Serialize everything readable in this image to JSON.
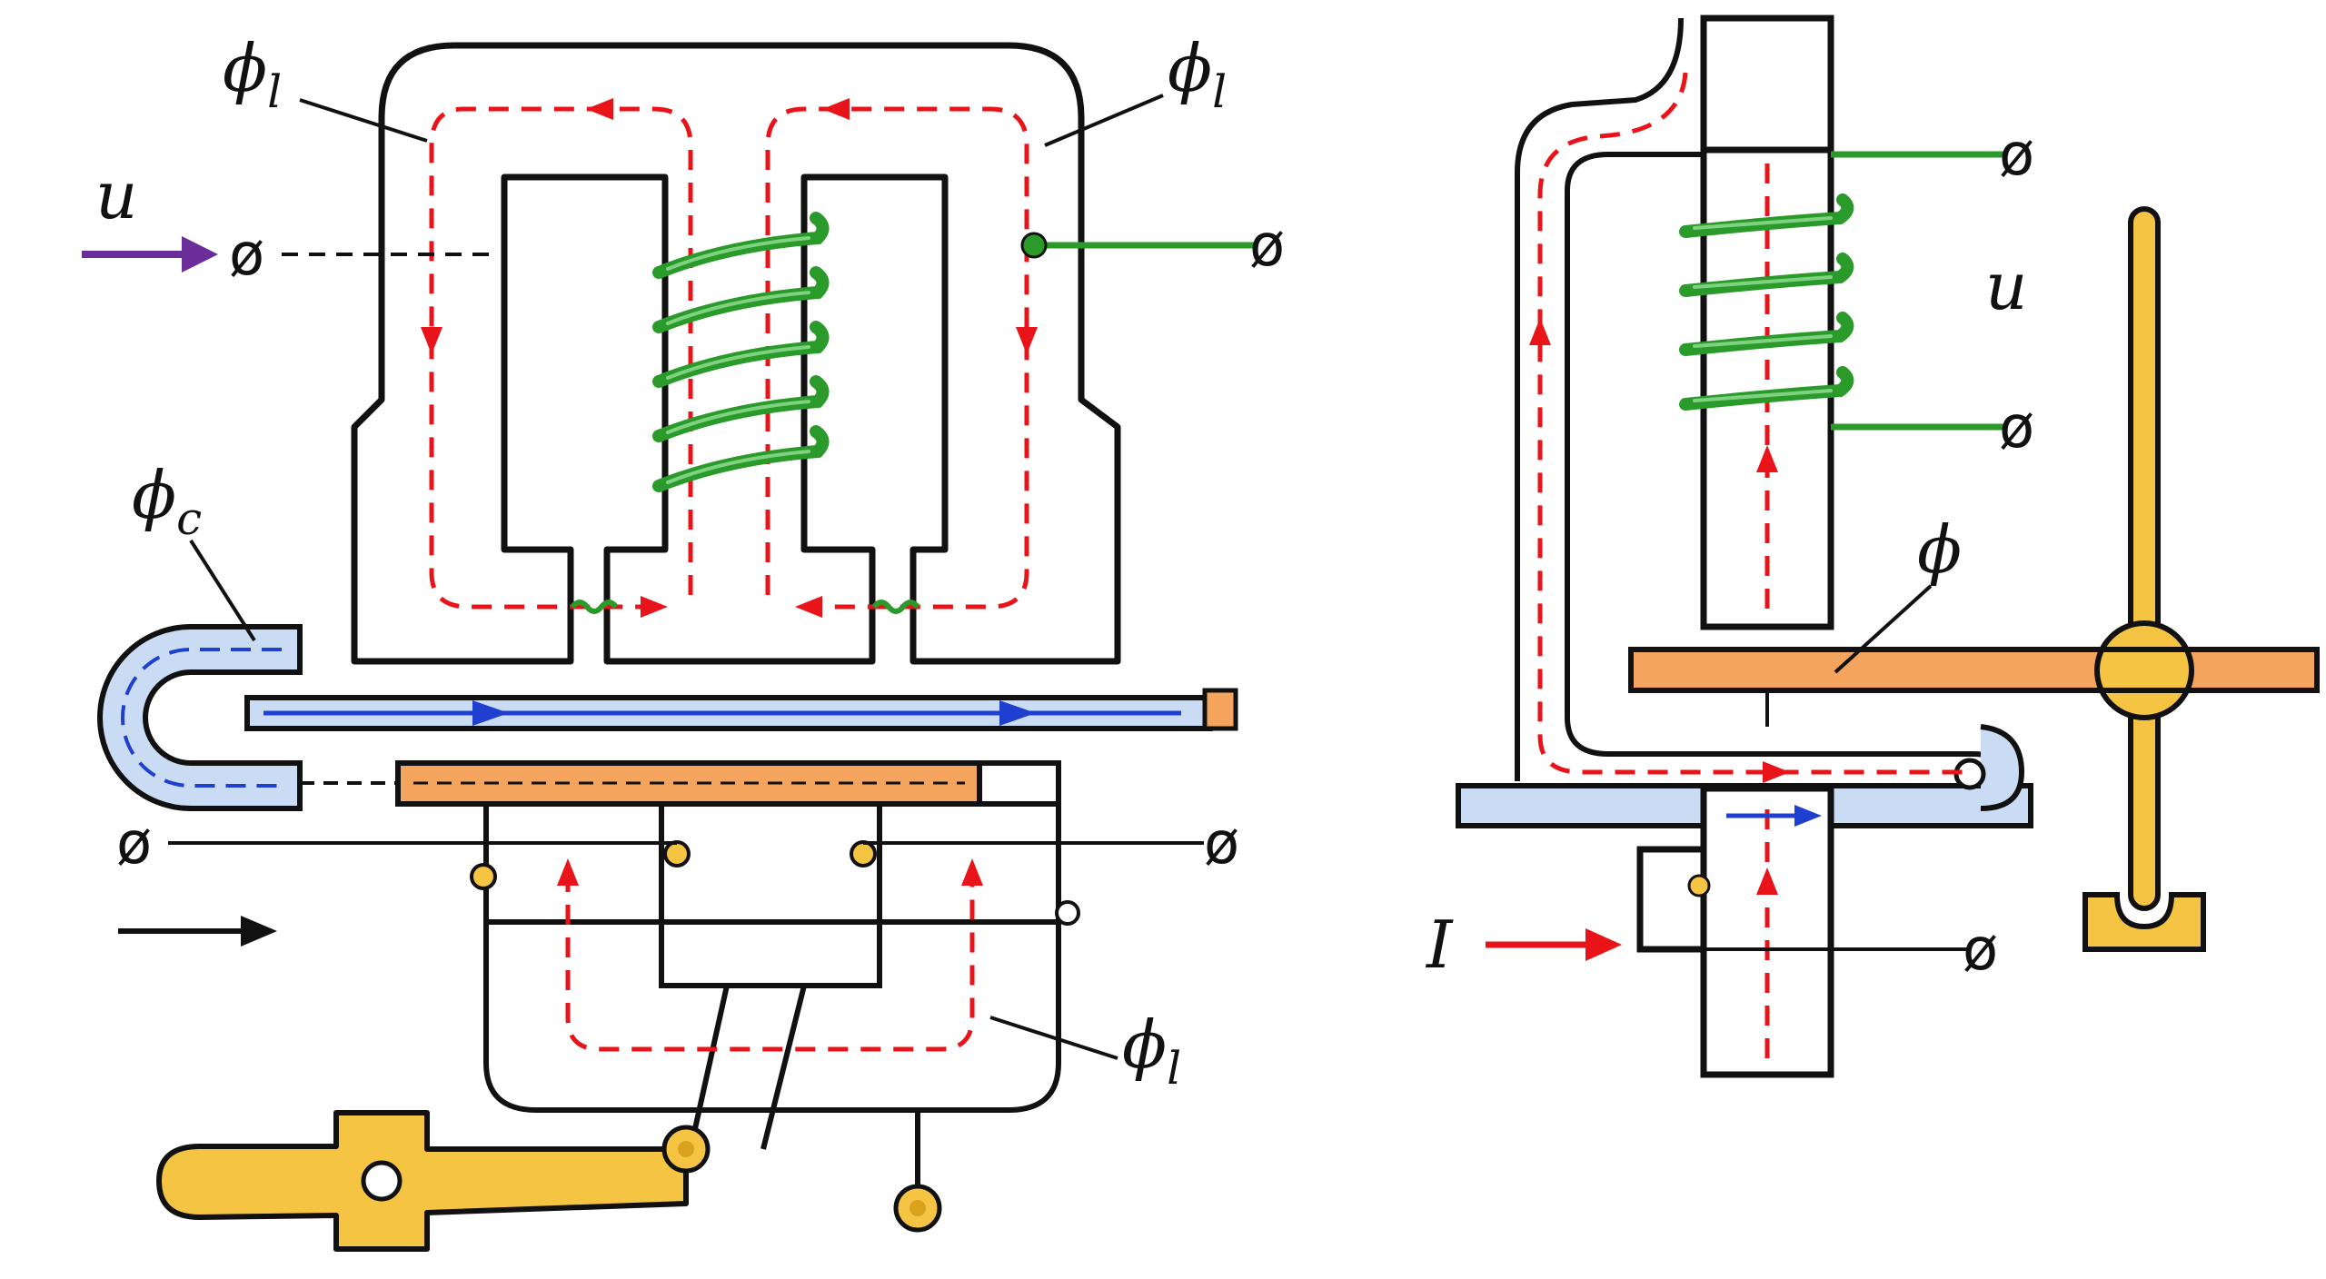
{
  "labels": {
    "phi": "ϕ",
    "sub_l": "l",
    "sub_c": "c",
    "u": "u",
    "I": "I",
    "terminal": "ø"
  },
  "colors": {
    "outline": "#111111",
    "flux_path": "#e8141a",
    "coil": "#2a9a2a",
    "coil_highlight": "#7fd27f",
    "shading_ring": "#c9dcf3",
    "shading_ring_flux": "#1f3fd0",
    "armature": "#f4a45c",
    "lever": "#f6c443",
    "lever_dark": "#d9a21c",
    "input_arrow": "#6a2d9a",
    "current_arrow": "#e8141a"
  },
  "icons": [
    "coil-winding",
    "flux-path-dashed",
    "terminal-symbol",
    "pivot-pin",
    "input-arrow"
  ]
}
